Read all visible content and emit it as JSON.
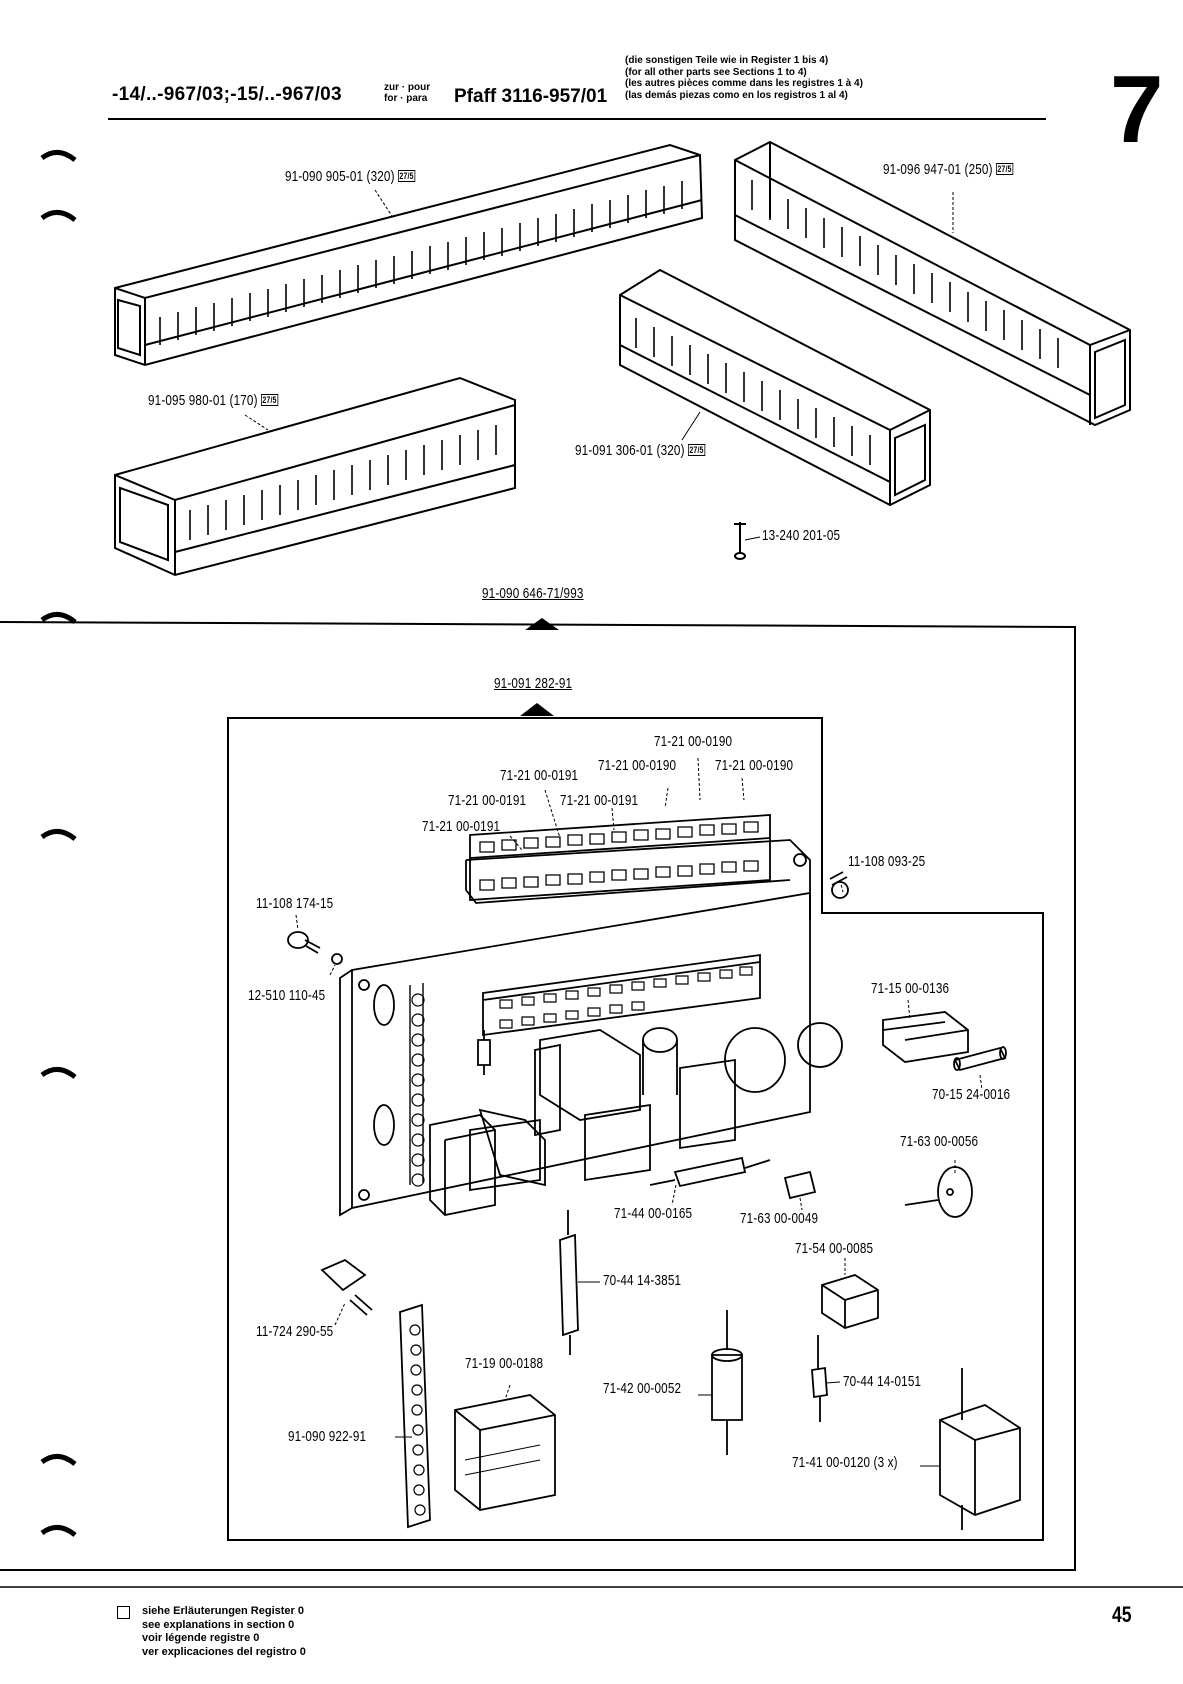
{
  "header": {
    "model": "-14/..-967/03;-15/..-967/03",
    "zur_pour": "zur · pour",
    "for_para": "for · para",
    "machine": "Pfaff 3116-957/01",
    "notes": [
      "(die sonstigen Teile wie in Register 1 bis 4)",
      "(for all other parts see Sections 1 to 4)",
      "(les autres pièces comme dans les registres 1 à 4)",
      "(las demás piezas como en los registros 1 al 4)"
    ],
    "section_number": "7"
  },
  "labels": {
    "p1": "91-090 905-01 (320)",
    "p2": "91-096 947-01 (250)",
    "p3": "91-095 980-01 (170)",
    "p4": "91-091 306-01 (320)",
    "p5": "13-240 201-05",
    "p6": "91-090 646-71/993",
    "p7": "91-091 282-91",
    "p8": "71-21 00-0190",
    "p9": "71-21 00-0190",
    "p10": "71-21 00-0190",
    "p11": "71-21 00-0191",
    "p12": "71-21 00-0191",
    "p13": "71-21 00-0191",
    "p14": "71-21 00-0191",
    "p15": "11-108 093-25",
    "p16": "11-108 174-15",
    "p17": "12-510 110-45",
    "p18": "71-15 00-0136",
    "p19": "70-15 24-0016",
    "p20": "71-63 00-0056",
    "p21": "71-44 00-0165",
    "p22": "71-63 00-0049",
    "p23": "71-54 00-0085",
    "p24": "70-44 14-3851",
    "p25": "11-724 290-55",
    "p26": "71-19 00-0188",
    "p27": "71-42 00-0052",
    "p28": "70-44 14-0151",
    "p29": "91-090 922-91",
    "p30": "71-41 00-0120 (3 x)"
  },
  "symbol": "27/5",
  "footer": {
    "lines": [
      "siehe Erläuterungen Register 0",
      "see explanations in section 0",
      "voir légende registre 0",
      "ver explicaciones del registro 0"
    ],
    "page_number": "45"
  }
}
